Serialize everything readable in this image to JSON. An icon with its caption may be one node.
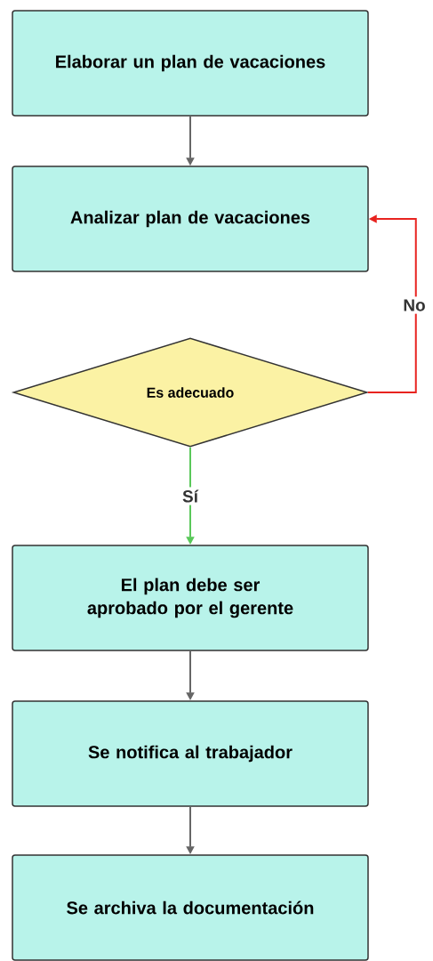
{
  "diagram": {
    "nodes": [
      {
        "text": [
          "Elaborar un plan de vacaciones"
        ]
      },
      {
        "text": [
          "Analizar plan de vacaciones"
        ]
      },
      {
        "text": [
          "Es adecuado"
        ]
      },
      {
        "text": [
          "El plan debe ser aprobado por el gerente"
        ]
      },
      {
        "text": [
          "Se notifica al trabajador"
        ]
      },
      {
        "text": [
          "Se archiva la documentación"
        ]
      }
    ],
    "edges": [
      {
        "from": 0,
        "to": 1,
        "arrow": "to"
      },
      {
        "from": 2,
        "to": 1,
        "arrow": "to",
        "label": "No",
        "color": "#e8231f"
      },
      {
        "from": 2,
        "to": 3,
        "arrow": "to",
        "label": "Sí",
        "color": "#5ac85a"
      },
      {
        "from": 3,
        "to": 4,
        "arrow": "to"
      },
      {
        "from": 4,
        "to": 5,
        "arrow": "to"
      }
    ]
  }
}
